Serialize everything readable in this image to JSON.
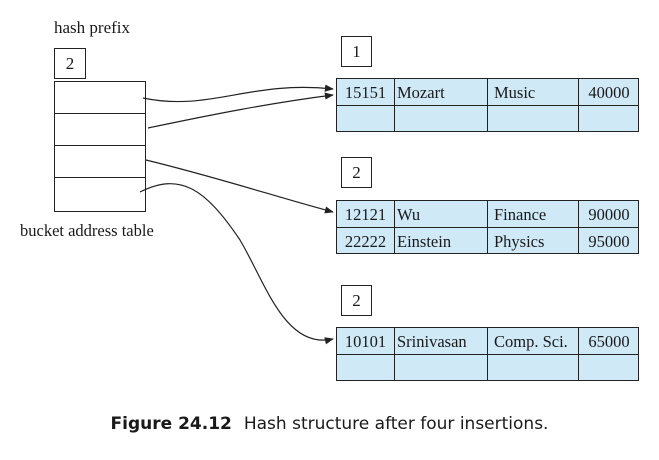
{
  "hash_prefix_label": "hash prefix",
  "global_depth": "2",
  "bucket_address_table_label": "bucket address table",
  "buckets": [
    {
      "local_depth": "1",
      "records": [
        [
          "15151",
          "Mozart",
          "Music",
          "40000"
        ],
        [
          "",
          "",
          "",
          ""
        ]
      ]
    },
    {
      "local_depth": "2",
      "records": [
        [
          "12121",
          "Wu",
          "Finance",
          "90000"
        ],
        [
          "22222",
          "Einstein",
          "Physics",
          "95000"
        ]
      ]
    },
    {
      "local_depth": "2",
      "records": [
        [
          "10101",
          "Srinivasan",
          "Comp. Sci.",
          "65000"
        ],
        [
          "",
          "",
          "",
          ""
        ]
      ]
    }
  ],
  "caption": {
    "figure_number": "Figure 24.12",
    "text": "Hash structure after four insertions."
  },
  "colors": {
    "bucket_fill": "#cfe9f7",
    "line": "#222222"
  }
}
